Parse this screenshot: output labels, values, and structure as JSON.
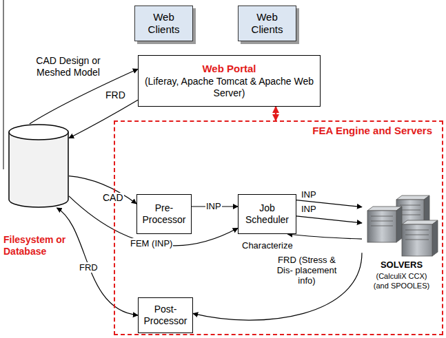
{
  "diagram": {
    "nodes": [
      {
        "text": [
          "Web Clients"
        ]
      },
      {
        "text": [
          "Web Clients"
        ]
      },
      {
        "text": [
          "Web Portal",
          "(Liferay, Apache Tomcat & Apache Web Server)"
        ]
      },
      {
        "text": [
          "Filesystem or Database"
        ]
      },
      {
        "text": [
          "FEA Engine and Servers"
        ]
      },
      {
        "text": [
          "Pre- Processor"
        ],
        "in": 4
      },
      {
        "text": [
          "Job Scheduler"
        ],
        "in": 4
      },
      {
        "text": [
          "SOLVERS",
          "(CalculiX CCX)",
          "(and SPOOLES)"
        ],
        "in": 4
      },
      {
        "text": [
          "Post- Processor"
        ],
        "in": 4
      }
    ],
    "edges": [
      {
        "from": 3,
        "to": 2,
        "label": "CAD Design or Meshed Model",
        "arrow": "to"
      },
      {
        "from": 2,
        "to": 3,
        "label": "FRD",
        "arrow": "to"
      },
      {
        "from": 2,
        "to": 4,
        "arrow": "both"
      },
      {
        "from": 3,
        "to": 5,
        "label": "CAD",
        "arrow": "to"
      },
      {
        "from": 5,
        "to": 6,
        "label": "INP",
        "arrow": "to"
      },
      {
        "from": 3,
        "to": 6,
        "label": "FEM (INP)",
        "arrow": "to"
      },
      {
        "from": 6,
        "to": 7,
        "label": "INP",
        "arrow": "to"
      },
      {
        "from": 6,
        "to": 7,
        "label": "INP",
        "arrow": "to"
      },
      {
        "from": 7,
        "to": 6,
        "label": "Characterize",
        "arrow": "to"
      },
      {
        "from": 7,
        "to": 8,
        "label": "FRD (Stress & Dis- placement info)",
        "arrow": "to"
      },
      {
        "from": 3,
        "to": 8,
        "label": "FRD",
        "arrow": "both"
      }
    ]
  }
}
